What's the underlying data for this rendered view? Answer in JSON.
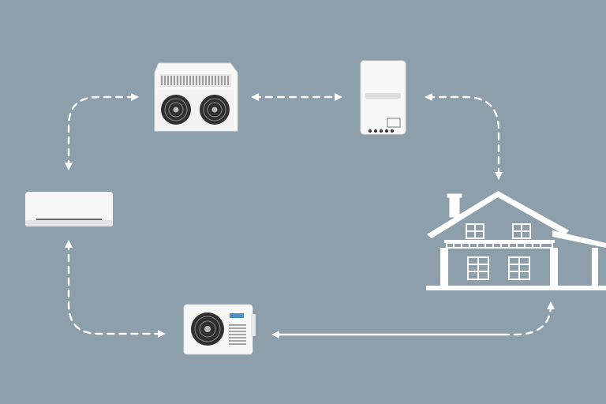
{
  "colors": {
    "background": "#8d9fab",
    "device_white": "#f7f7f6",
    "device_shadow": "#d9dbdc",
    "fan_dark": "#2f2f2f",
    "line_white": "#ffffff",
    "accent_blue": "#4a8fc7"
  },
  "nodes": [
    {
      "id": "commercial-condenser",
      "icon": "dual-fan-condenser-icon"
    },
    {
      "id": "thermostat-controller",
      "icon": "wall-controller-icon"
    },
    {
      "id": "indoor-wall-unit",
      "icon": "wall-mounted-ac-icon"
    },
    {
      "id": "outdoor-heat-pump",
      "icon": "outdoor-unit-icon"
    },
    {
      "id": "house",
      "icon": "house-icon"
    }
  ],
  "connections": [
    {
      "from": "indoor-wall-unit",
      "to": "commercial-condenser",
      "style": "dashed"
    },
    {
      "from": "commercial-condenser",
      "to": "thermostat-controller",
      "style": "dashed-bidirectional"
    },
    {
      "from": "thermostat-controller",
      "to": "house",
      "style": "dashed"
    },
    {
      "from": "indoor-wall-unit",
      "to": "outdoor-heat-pump",
      "style": "dashed-bidirectional"
    },
    {
      "from": "house",
      "to": "outdoor-heat-pump",
      "style": "solid-then-dashed"
    }
  ]
}
